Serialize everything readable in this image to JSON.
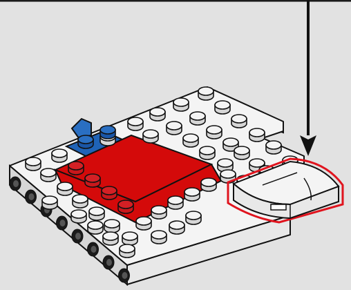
{
  "scene": {
    "subject": "lego-build-step",
    "colors": {
      "background": "#e2e2e2",
      "frame_line": "#1a1a1a",
      "arrow": "#111111",
      "white_brick": "#f4f4f4",
      "white_brick_side": "#d6d6d6",
      "red_tile": "#d40a0a",
      "red_stud": "#c8181c",
      "blue_plate": "#1f63b7",
      "blue_stud": "#1a56a6",
      "outline": "#111111",
      "highlight_outline": "#e0141e"
    },
    "parts": [
      {
        "name": "white-base-plate",
        "color": "white"
      },
      {
        "name": "red-tile",
        "color": "red"
      },
      {
        "name": "red-studs-row",
        "color": "red",
        "count": 4
      },
      {
        "name": "blue-clip-plate",
        "color": "blue",
        "count": 2
      },
      {
        "name": "new-quarter-round-plate",
        "color": "white",
        "highlighted": true
      }
    ],
    "arrow": {
      "direction": "down",
      "icon": "down-arrow-icon"
    }
  }
}
